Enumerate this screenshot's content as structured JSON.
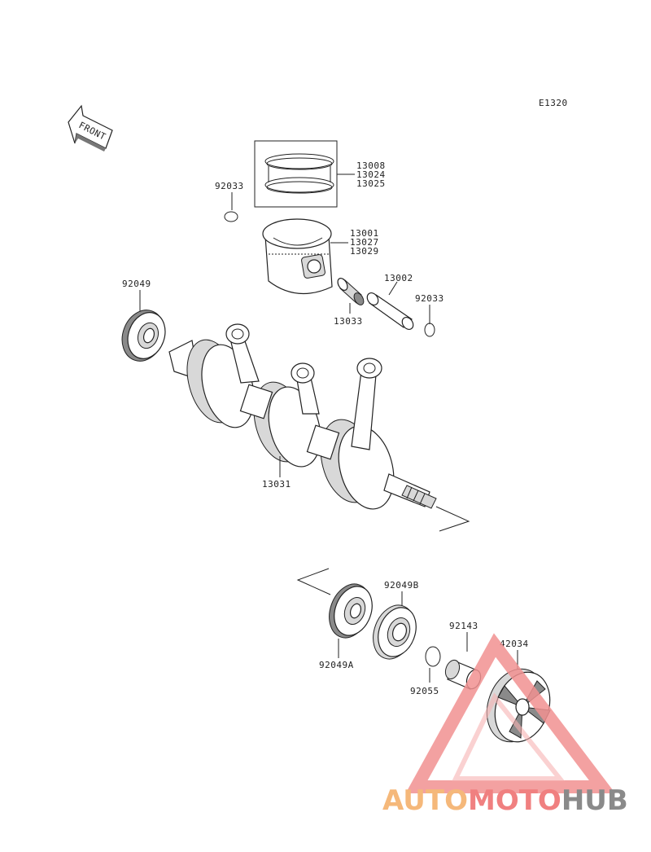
{
  "diagram_code": "E1320",
  "front_label": "FRONT",
  "parts": {
    "ring_a": "13008",
    "ring_b": "13024",
    "ring_c": "13025",
    "clip_left": "92033",
    "piston_a": "13001",
    "piston_b": "13027",
    "piston_c": "13029",
    "pin": "13002",
    "clip_right": "92033",
    "needle_bearing": "13033",
    "oil_seal_left": "92049",
    "crankshaft": "13031",
    "oil_seal_a": "92049A",
    "oil_seal_b": "92049B",
    "o_ring": "92055",
    "collar": "92143",
    "coupling": "42034"
  },
  "watermark": {
    "part1": "AUTO",
    "part2": "MOTO",
    "part3": "HUB",
    "color1": "#f5b87a",
    "color2": "#f08080",
    "color3": "#8a8a8a"
  }
}
